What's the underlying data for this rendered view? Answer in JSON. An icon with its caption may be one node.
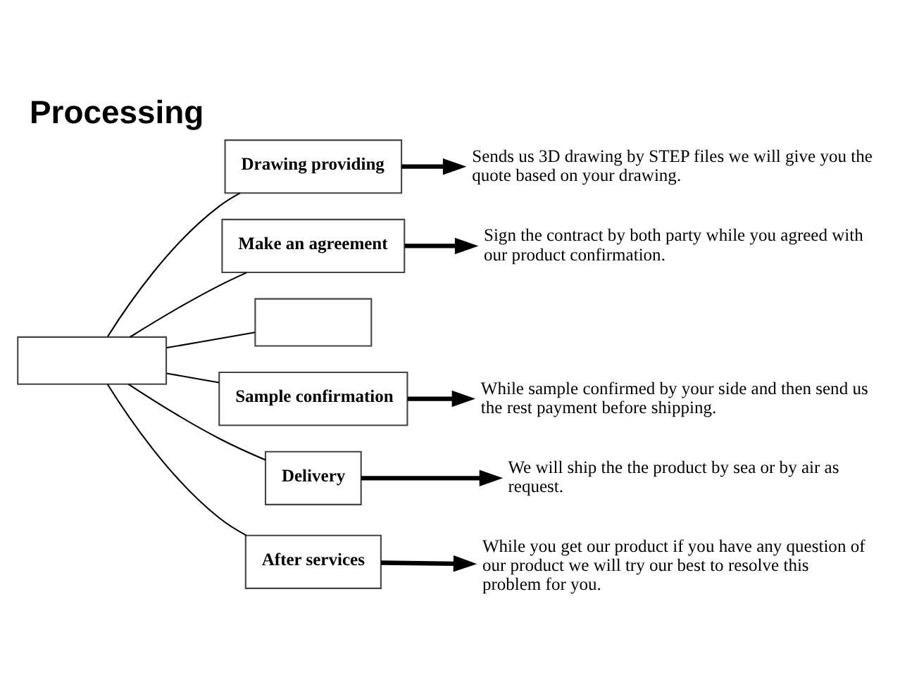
{
  "diagram": {
    "title": "Processing",
    "nodes": [
      {
        "text": [],
        "shape": "box"
      },
      {
        "text": [
          "Drawing providing"
        ]
      },
      {
        "text": [
          "Sends us 3D drawing by STEP files we will give you the quote based on your drawing."
        ]
      },
      {
        "text": [
          "Make an agreement"
        ]
      },
      {
        "text": [
          "Sign the contract by both party while you agreed with our product confirmation."
        ]
      },
      {
        "text": [],
        "shape": "box"
      },
      {
        "text": [
          "Sample confirmation"
        ]
      },
      {
        "text": [
          "While sample confirmed by your side and then send us the rest payment before shipping."
        ]
      },
      {
        "text": [
          "Delivery"
        ]
      },
      {
        "text": [
          "We will ship the the product by sea or by air as request."
        ]
      },
      {
        "text": [
          "After services"
        ]
      },
      {
        "text": [
          "While you get our product if you have any question of our product we will try our best to resolve this problem for you."
        ]
      }
    ],
    "edges": [
      {
        "from": 0,
        "to": 1,
        "arrow": "none"
      },
      {
        "from": 0,
        "to": 3,
        "arrow": "none"
      },
      {
        "from": 0,
        "to": 5,
        "arrow": "none"
      },
      {
        "from": 0,
        "to": 6,
        "arrow": "none"
      },
      {
        "from": 0,
        "to": 8,
        "arrow": "none"
      },
      {
        "from": 0,
        "to": 10,
        "arrow": "none"
      },
      {
        "from": 1,
        "to": 2,
        "arrow": "to",
        "style": "thick"
      },
      {
        "from": 3,
        "to": 4,
        "arrow": "to",
        "style": "thick"
      },
      {
        "from": 6,
        "to": 7,
        "arrow": "to",
        "style": "thick"
      },
      {
        "from": 8,
        "to": 9,
        "arrow": "to",
        "style": "thick"
      },
      {
        "from": 10,
        "to": 11,
        "arrow": "to",
        "style": "thick"
      }
    ]
  }
}
